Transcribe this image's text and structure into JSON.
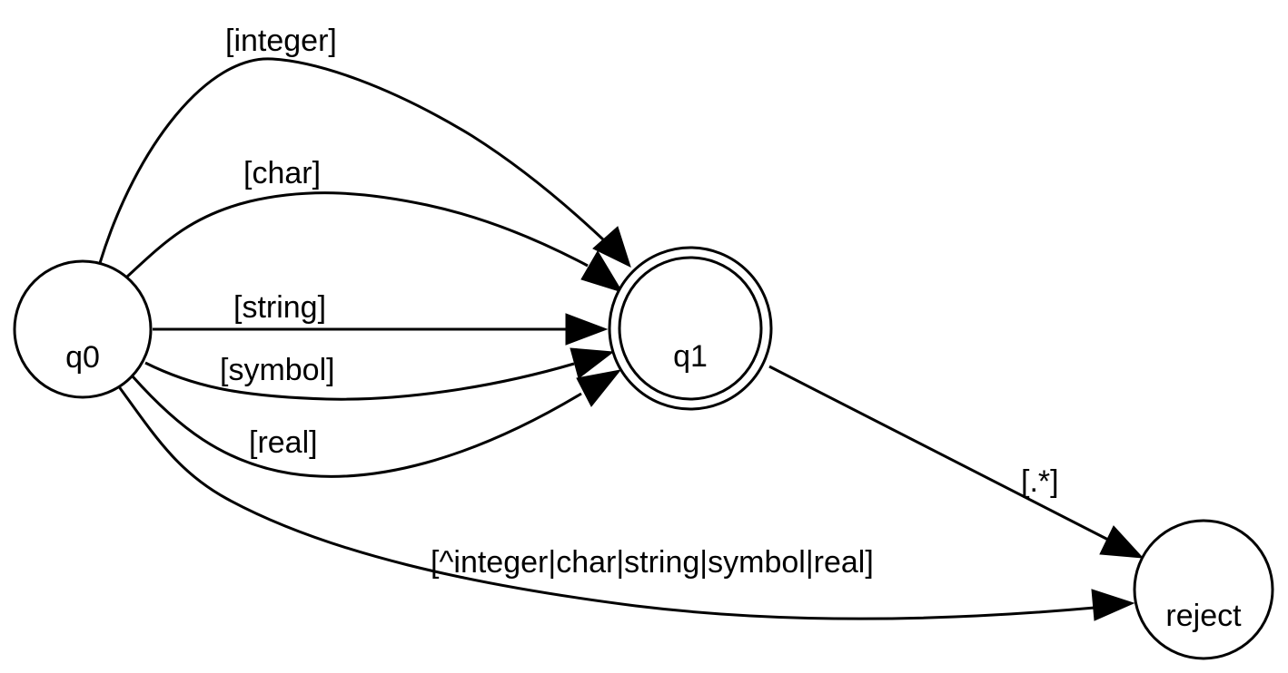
{
  "nodes": {
    "q0": {
      "label": "q0",
      "accepting": false
    },
    "q1": {
      "label": "q1",
      "accepting": true
    },
    "reject": {
      "label": "reject",
      "accepting": false
    }
  },
  "edges": [
    {
      "id": "integer",
      "from": "q0",
      "to": "q1",
      "label": "[integer]"
    },
    {
      "id": "char",
      "from": "q0",
      "to": "q1",
      "label": "[char]"
    },
    {
      "id": "string",
      "from": "q0",
      "to": "q1",
      "label": "[string]"
    },
    {
      "id": "symbol",
      "from": "q0",
      "to": "q1",
      "label": "[symbol]"
    },
    {
      "id": "real",
      "from": "q0",
      "to": "q1",
      "label": "[real]"
    },
    {
      "id": "not-types",
      "from": "q0",
      "to": "reject",
      "label": "[^integer|char|string|symbol|real]"
    },
    {
      "id": "any",
      "from": "q1",
      "to": "reject",
      "label": "[.*]"
    }
  ]
}
